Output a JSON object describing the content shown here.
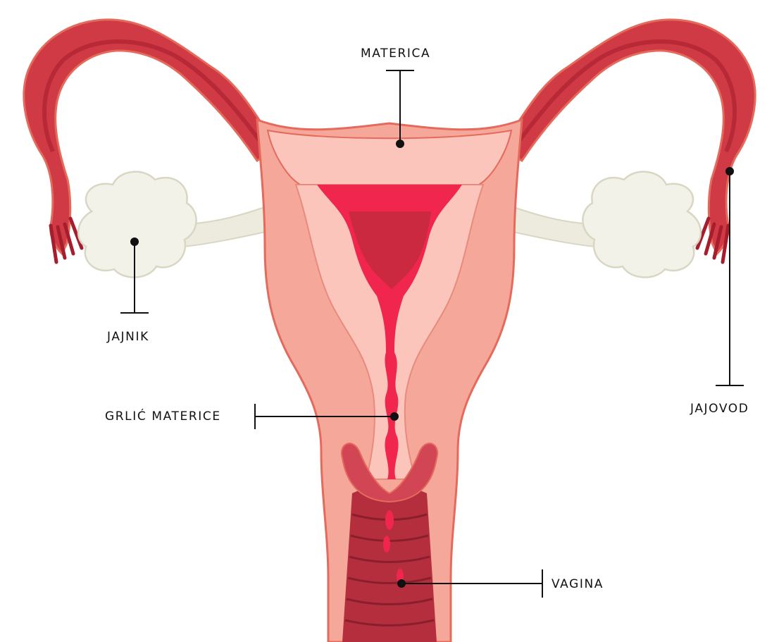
{
  "labels": {
    "materica": "MATERICA",
    "jajnik": "JAJNIK",
    "jajovod": "JAJOVOD",
    "grlic_materice": "GRLIĆ MATERICE",
    "vagina": "VAGINA"
  },
  "colors": {
    "outer_tissue": "#f5a89a",
    "outline": "#e46a5c",
    "tube_red": "#cf3a45",
    "tube_dark": "#a61e2e",
    "lining_pink": "#fbc5bb",
    "cavity_magenta": "#f0264e",
    "ovary_white": "#f3f2e9",
    "ligament": "#ecebdd",
    "leader_line": "#111111"
  }
}
